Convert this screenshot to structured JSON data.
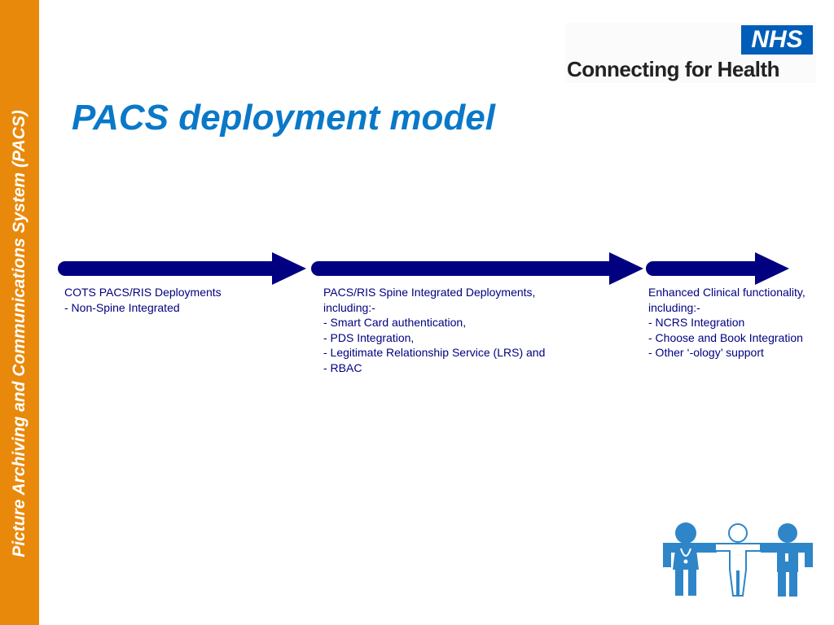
{
  "side_title": "Picture Archiving and Communications System (PACS)",
  "logo": {
    "nhs": "NHS",
    "tagline": "Connecting for Health"
  },
  "title": "PACS deployment model",
  "colors": {
    "side_band": "#E8890C",
    "title": "#0A78C8",
    "arrow": "#000080",
    "nhs_blue": "#005EB8",
    "figure_blue": "#2E86C8"
  },
  "stages": [
    {
      "lines": [
        "COTS PACS/RIS Deployments",
        "- Non-Spine Integrated"
      ]
    },
    {
      "lines": [
        "PACS/RIS Spine Integrated Deployments,",
        "including:-",
        "- Smart Card authentication,",
        "- PDS Integration,",
        "- Legitimate Relationship Service (LRS) and",
        "- RBAC"
      ]
    },
    {
      "lines": [
        "Enhanced Clinical functionality,",
        "including:-",
        "- NCRS Integration",
        "- Choose and Book Integration",
        "- Other ‘-ology’ support"
      ]
    }
  ],
  "decorations": {
    "figures_icon": "three-people-icon"
  }
}
